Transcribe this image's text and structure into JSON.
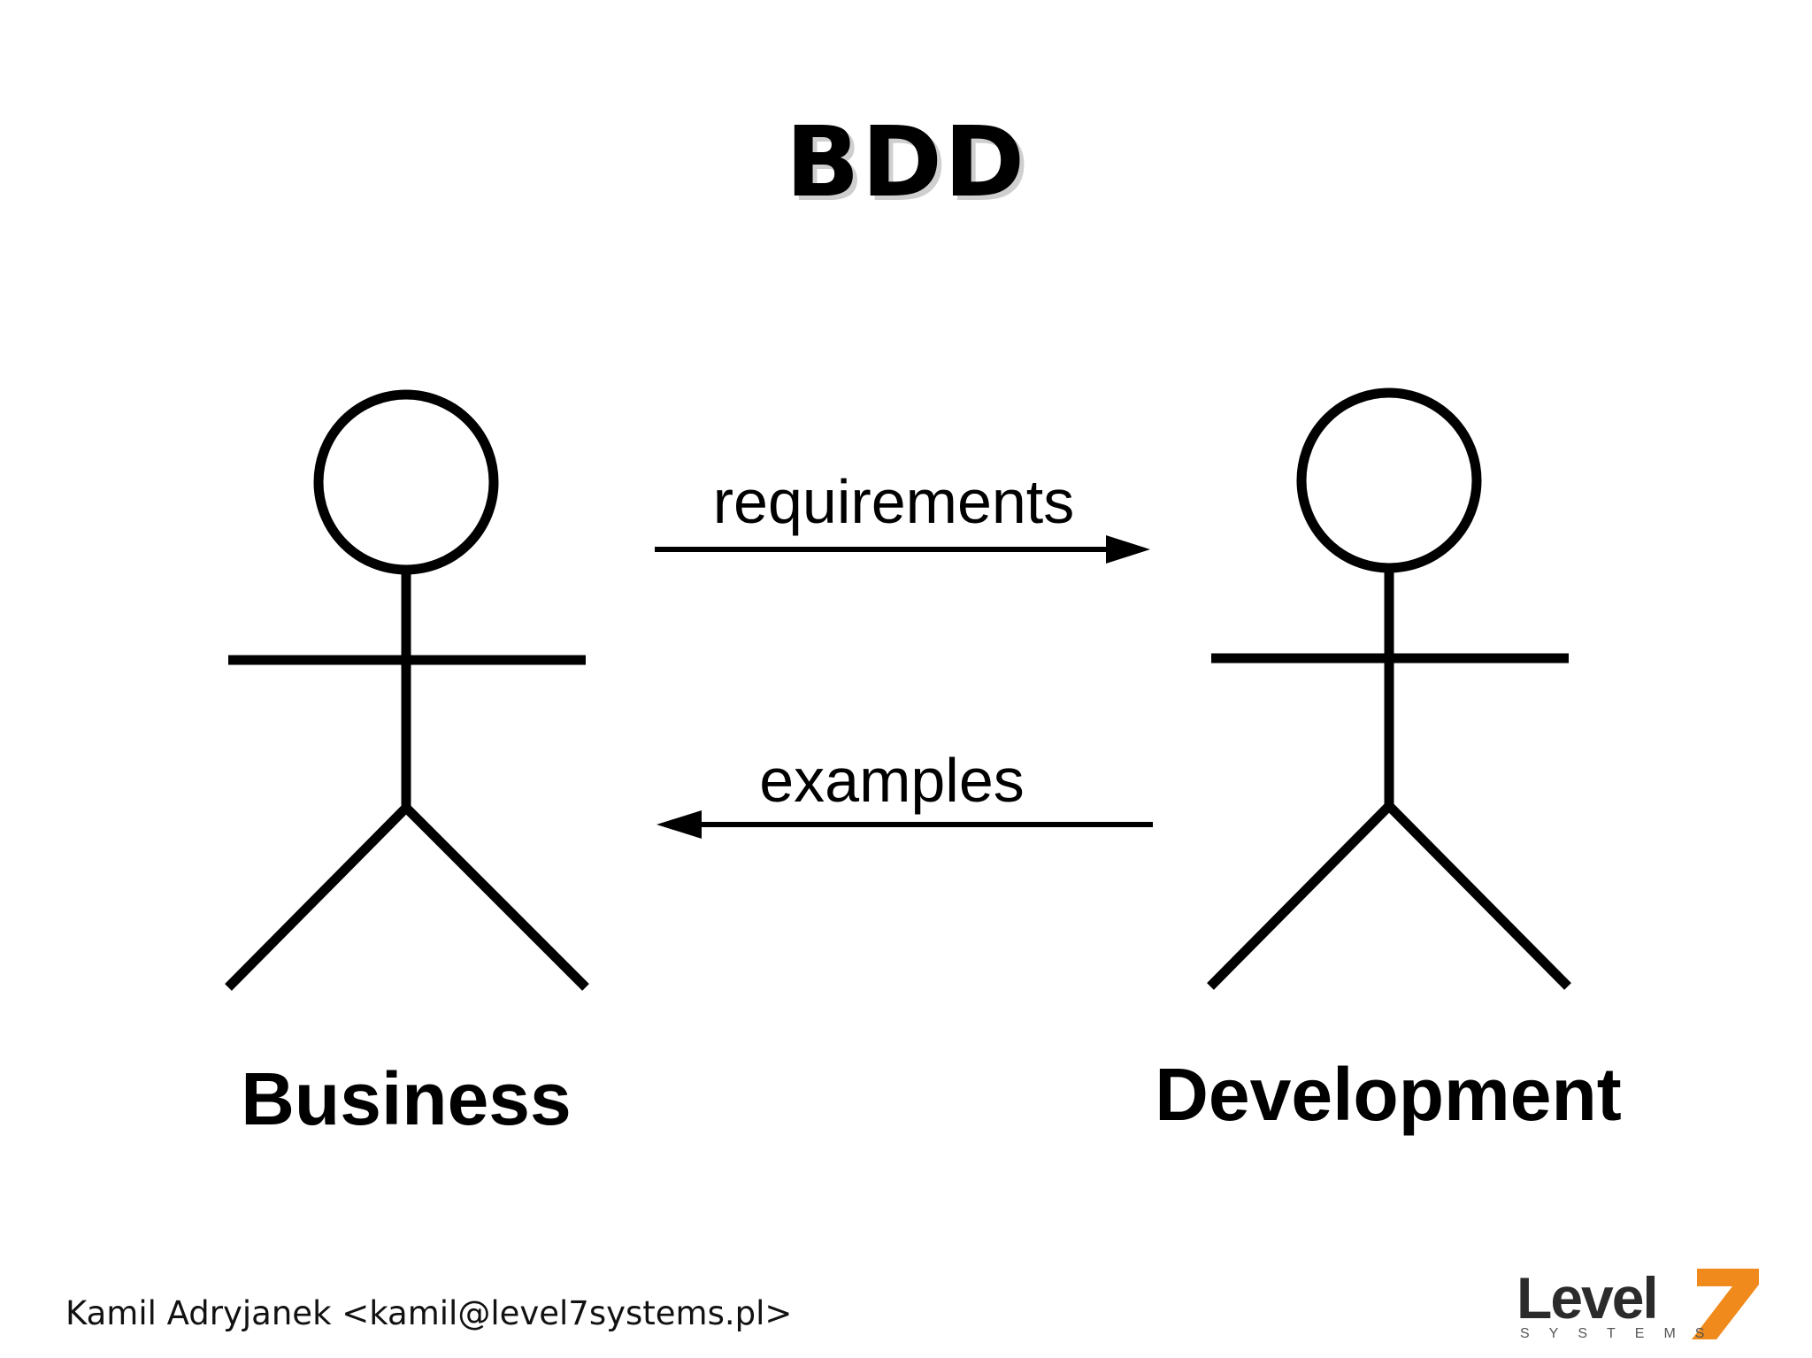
{
  "slide": {
    "title": "BDD",
    "footer_author": "Kamil Adryjanek <kamil@level7systems.pl>"
  },
  "diagram": {
    "actors": [
      {
        "id": "business",
        "label": "Business"
      },
      {
        "id": "development",
        "label": "Development"
      }
    ],
    "arrows": [
      {
        "from": "business",
        "to": "development",
        "label": "requirements"
      },
      {
        "from": "development",
        "to": "business",
        "label": "examples"
      }
    ]
  },
  "logo": {
    "word": "Level",
    "digit": "7",
    "tagline": "SYSTEMS",
    "colors": {
      "word": "#2b2b2b",
      "digit": "#f08a1c",
      "tagline": "#555555"
    }
  }
}
